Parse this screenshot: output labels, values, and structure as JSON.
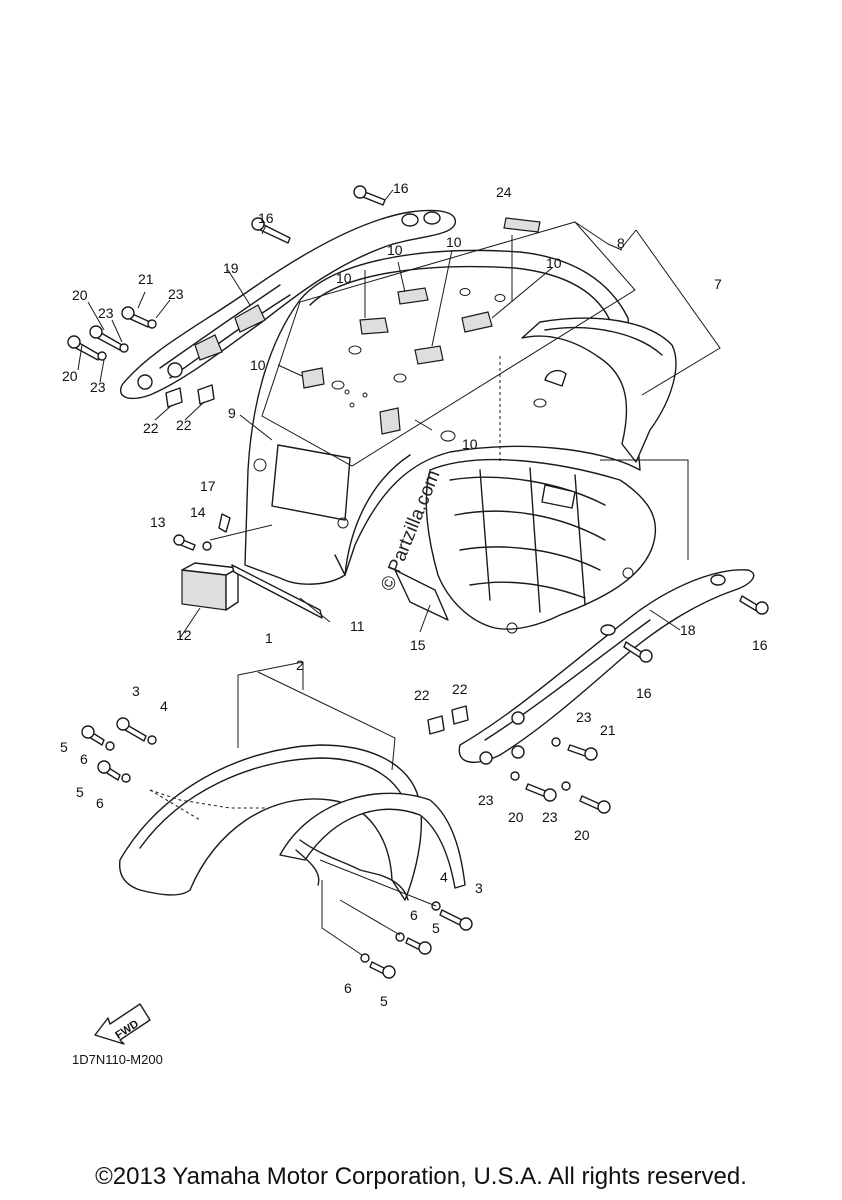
{
  "labels": {
    "p1": "1",
    "p2": "2",
    "p3a": "3",
    "p3b": "3",
    "p4a": "4",
    "p4b": "4",
    "p5a": "5",
    "p5b": "5",
    "p5c": "5",
    "p5d": "5",
    "p6a": "6",
    "p6b": "6",
    "p6c": "6",
    "p6d": "6",
    "p7": "7",
    "p8": "8",
    "p9": "9",
    "p10a": "10",
    "p10b": "10",
    "p10c": "10",
    "p10d": "10",
    "p10e": "10",
    "p10f": "10",
    "p11": "11",
    "p12": "12",
    "p13": "13",
    "p14": "14",
    "p15": "15",
    "p16a": "16",
    "p16b": "16",
    "p16c": "16",
    "p16d": "16",
    "p17": "17",
    "p18": "18",
    "p19": "19",
    "p20a": "20",
    "p20b": "20",
    "p20c": "20",
    "p20d": "20",
    "p21a": "21",
    "p21b": "21",
    "p22a": "22",
    "p22b": "22",
    "p22c": "22",
    "p22d": "22",
    "p23a": "23",
    "p23b": "23",
    "p23c": "23",
    "p23d": "23",
    "p23e": "23",
    "p23f": "23",
    "p24": "24"
  },
  "fwd_label": "FWD",
  "diagram_code": "1D7N110-M200",
  "watermark": "© Partzilla.com",
  "copyright": "©2013 Yamaha Motor Corporation, U.S.A. All rights reserved."
}
